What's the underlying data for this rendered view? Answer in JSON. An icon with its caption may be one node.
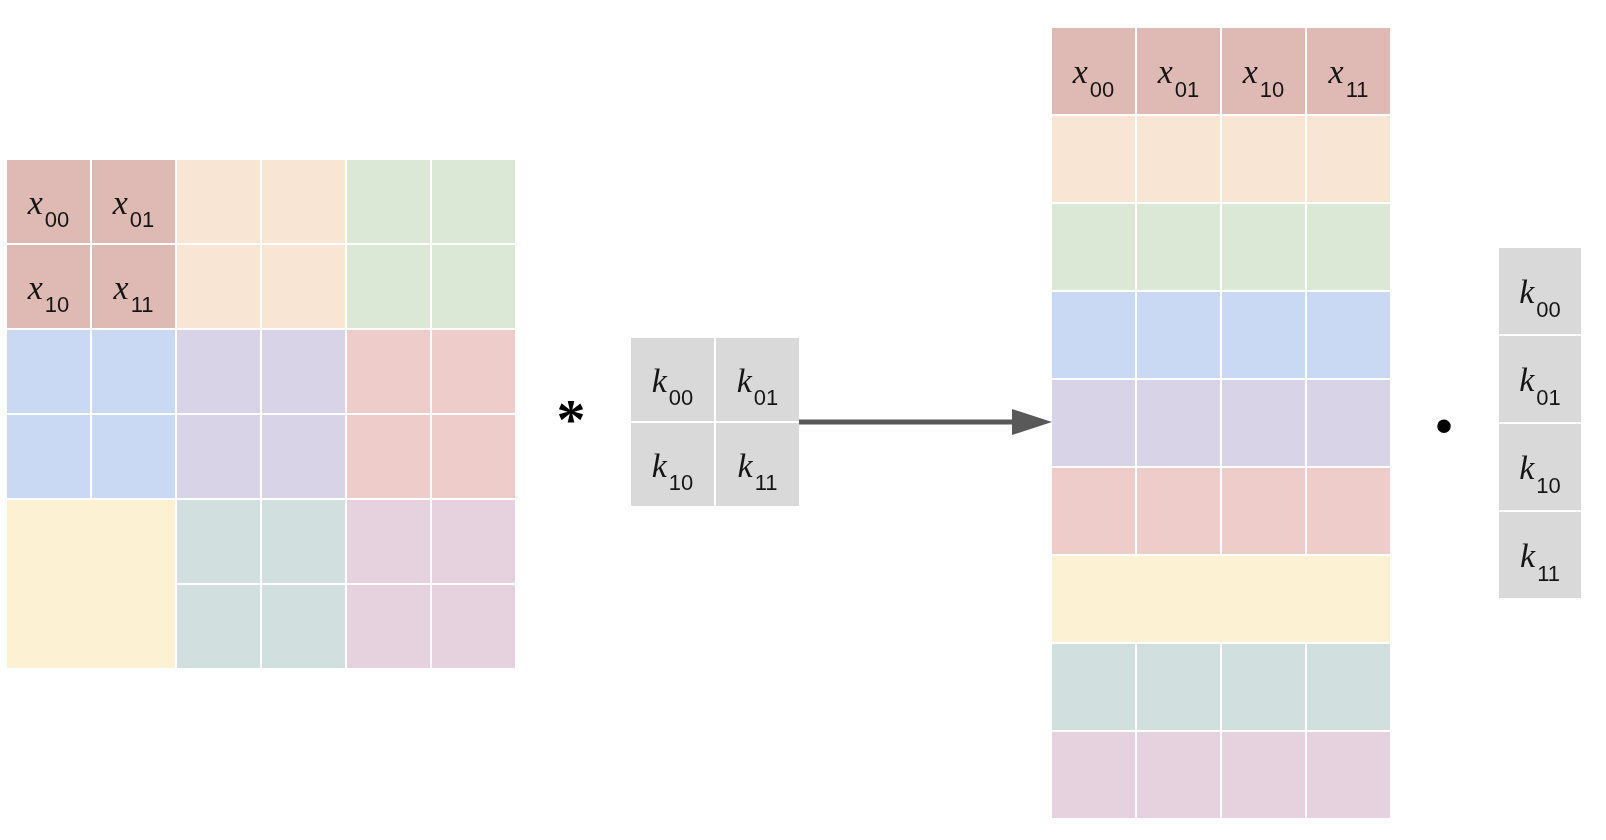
{
  "diagram": {
    "nodes": [
      {
        "text": [],
        "shape": "box"
      },
      {
        "text": [
          "*x*$_{00}$"
        ],
        "in": 0
      },
      {
        "text": [
          "*x*$_{01}$"
        ],
        "in": 0
      },
      {
        "text": [],
        "shape": "box",
        "in": 0
      },
      {
        "text": [],
        "shape": "box",
        "in": 0
      },
      {
        "text": [],
        "shape": "box",
        "in": 0
      },
      {
        "text": [],
        "shape": "box",
        "in": 0
      },
      {
        "text": [
          "*x*$_{10}$"
        ],
        "in": 0
      },
      {
        "text": [
          "*x*$_{11}$"
        ],
        "in": 0
      },
      {
        "text": [],
        "shape": "box",
        "in": 0
      },
      {
        "text": [],
        "shape": "box",
        "in": 0
      },
      {
        "text": [],
        "shape": "box",
        "in": 0
      },
      {
        "text": [],
        "shape": "box",
        "in": 0
      },
      {
        "text": [],
        "shape": "box",
        "in": 0
      },
      {
        "text": [],
        "shape": "box",
        "in": 0
      },
      {
        "text": [],
        "shape": "box",
        "in": 0
      },
      {
        "text": [],
        "shape": "box",
        "in": 0
      },
      {
        "text": [],
        "shape": "box",
        "in": 0
      },
      {
        "text": [],
        "shape": "box",
        "in": 0
      },
      {
        "text": [],
        "shape": "box",
        "in": 0
      },
      {
        "text": [],
        "shape": "box",
        "in": 0
      },
      {
        "text": [],
        "shape": "box",
        "in": 0
      },
      {
        "text": [],
        "shape": "box",
        "in": 0
      },
      {
        "text": [],
        "shape": "box",
        "in": 0
      },
      {
        "text": [],
        "shape": "box",
        "in": 0
      },
      {
        "text": [],
        "shape": "box",
        "in": 0
      },
      {
        "text": [],
        "shape": "box",
        "in": 0
      },
      {
        "text": [],
        "shape": "box",
        "in": 0
      },
      {
        "text": [],
        "shape": "box",
        "in": 0
      },
      {
        "text": [],
        "shape": "box",
        "in": 0
      },
      {
        "text": [],
        "shape": "box",
        "in": 0
      },
      {
        "text": [],
        "shape": "box",
        "in": 0
      },
      {
        "text": [],
        "shape": "box",
        "in": 0
      },
      {
        "text": [],
        "shape": "box",
        "in": 0
      },
      {
        "text": [],
        "shape": "box"
      },
      {
        "text": [
          "*k*$_{00}$"
        ],
        "in": 34
      },
      {
        "text": [
          "*k*$_{01}$"
        ],
        "in": 34
      },
      {
        "text": [
          "*k*$_{10}$"
        ],
        "in": 34
      },
      {
        "text": [
          "*k*$_{11}$"
        ],
        "in": 34
      },
      {
        "text": [],
        "shape": "box"
      },
      {
        "text": [
          "*x*$_{00}$"
        ],
        "in": 39
      },
      {
        "text": [
          "*x*$_{01}$"
        ],
        "in": 39
      },
      {
        "text": [
          "*x*$_{10}$"
        ],
        "in": 39
      },
      {
        "text": [
          "*x*$_{11}$"
        ],
        "in": 39
      },
      {
        "text": [],
        "shape": "box",
        "in": 39
      },
      {
        "text": [],
        "shape": "box",
        "in": 39
      },
      {
        "text": [],
        "shape": "box",
        "in": 39
      },
      {
        "text": [],
        "shape": "box",
        "in": 39
      },
      {
        "text": [],
        "shape": "box",
        "in": 39
      },
      {
        "text": [],
        "shape": "box",
        "in": 39
      },
      {
        "text": [],
        "shape": "box",
        "in": 39
      },
      {
        "text": [],
        "shape": "box",
        "in": 39
      },
      {
        "text": [],
        "shape": "box",
        "in": 39
      },
      {
        "text": [],
        "shape": "box",
        "in": 39
      },
      {
        "text": [],
        "shape": "box",
        "in": 39
      },
      {
        "text": [],
        "shape": "box",
        "in": 39
      },
      {
        "text": [],
        "shape": "box",
        "in": 39
      },
      {
        "text": [],
        "shape": "box",
        "in": 39
      },
      {
        "text": [],
        "shape": "box",
        "in": 39
      },
      {
        "text": [],
        "shape": "box",
        "in": 39
      },
      {
        "text": [],
        "shape": "box",
        "in": 39
      },
      {
        "text": [],
        "shape": "box",
        "in": 39
      },
      {
        "text": [],
        "shape": "box",
        "in": 39
      },
      {
        "text": [],
        "shape": "box",
        "in": 39
      },
      {
        "text": [],
        "shape": "box",
        "in": 39
      },
      {
        "text": [],
        "shape": "box",
        "in": 39
      },
      {
        "text": [],
        "shape": "box",
        "in": 39
      },
      {
        "text": [],
        "shape": "box",
        "in": 39
      },
      {
        "text": [],
        "shape": "box",
        "in": 39
      },
      {
        "text": [],
        "shape": "box",
        "in": 39
      },
      {
        "text": [],
        "shape": "box",
        "in": 39
      },
      {
        "text": [],
        "shape": "box",
        "in": 39
      },
      {
        "text": [],
        "shape": "box",
        "in": 39
      },
      {
        "text": [],
        "shape": "box"
      },
      {
        "text": [
          "*k*$_{00}$"
        ],
        "in": 73
      },
      {
        "text": [
          "*k*$_{01}$"
        ],
        "in": 73
      },
      {
        "text": [
          "*k*$_{10}$"
        ],
        "in": 73
      },
      {
        "text": [
          "*k*$_{11}$"
        ],
        "in": 73
      }
    ],
    "edges": [
      {
        "from": 34,
        "to": 39,
        "arrow": "to"
      }
    ],
    "labels": [
      "*",
      "•"
    ]
  }
}
